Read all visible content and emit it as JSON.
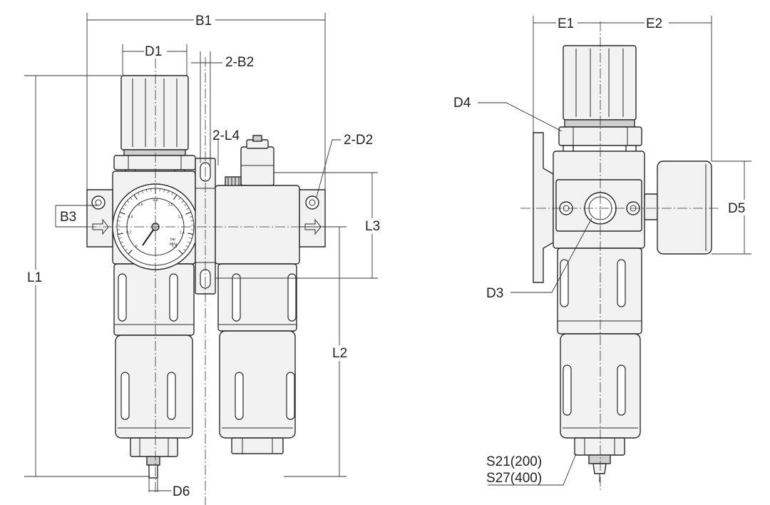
{
  "front_view": {
    "labels": {
      "b1": "B1",
      "d1": "D1",
      "b2": "2-B2",
      "l4": "2-L4",
      "d2": "2-D2",
      "b3": "B3",
      "l3": "L3",
      "l1": "L1",
      "l2": "L2",
      "d6": "D6"
    },
    "gauge": {
      "ticks": [
        "0",
        "0.2",
        "0.4",
        "0.6",
        "0.8",
        "1.0",
        "1.2",
        "1.4",
        "1.6"
      ],
      "unit_top": "bar",
      "unit_bottom": "MPa"
    }
  },
  "side_view": {
    "labels": {
      "e1": "E1",
      "e2": "E2",
      "d4": "D4",
      "d5": "D5",
      "d3": "D3",
      "s21": "S21(200)",
      "s27": "S27(400)"
    }
  }
}
